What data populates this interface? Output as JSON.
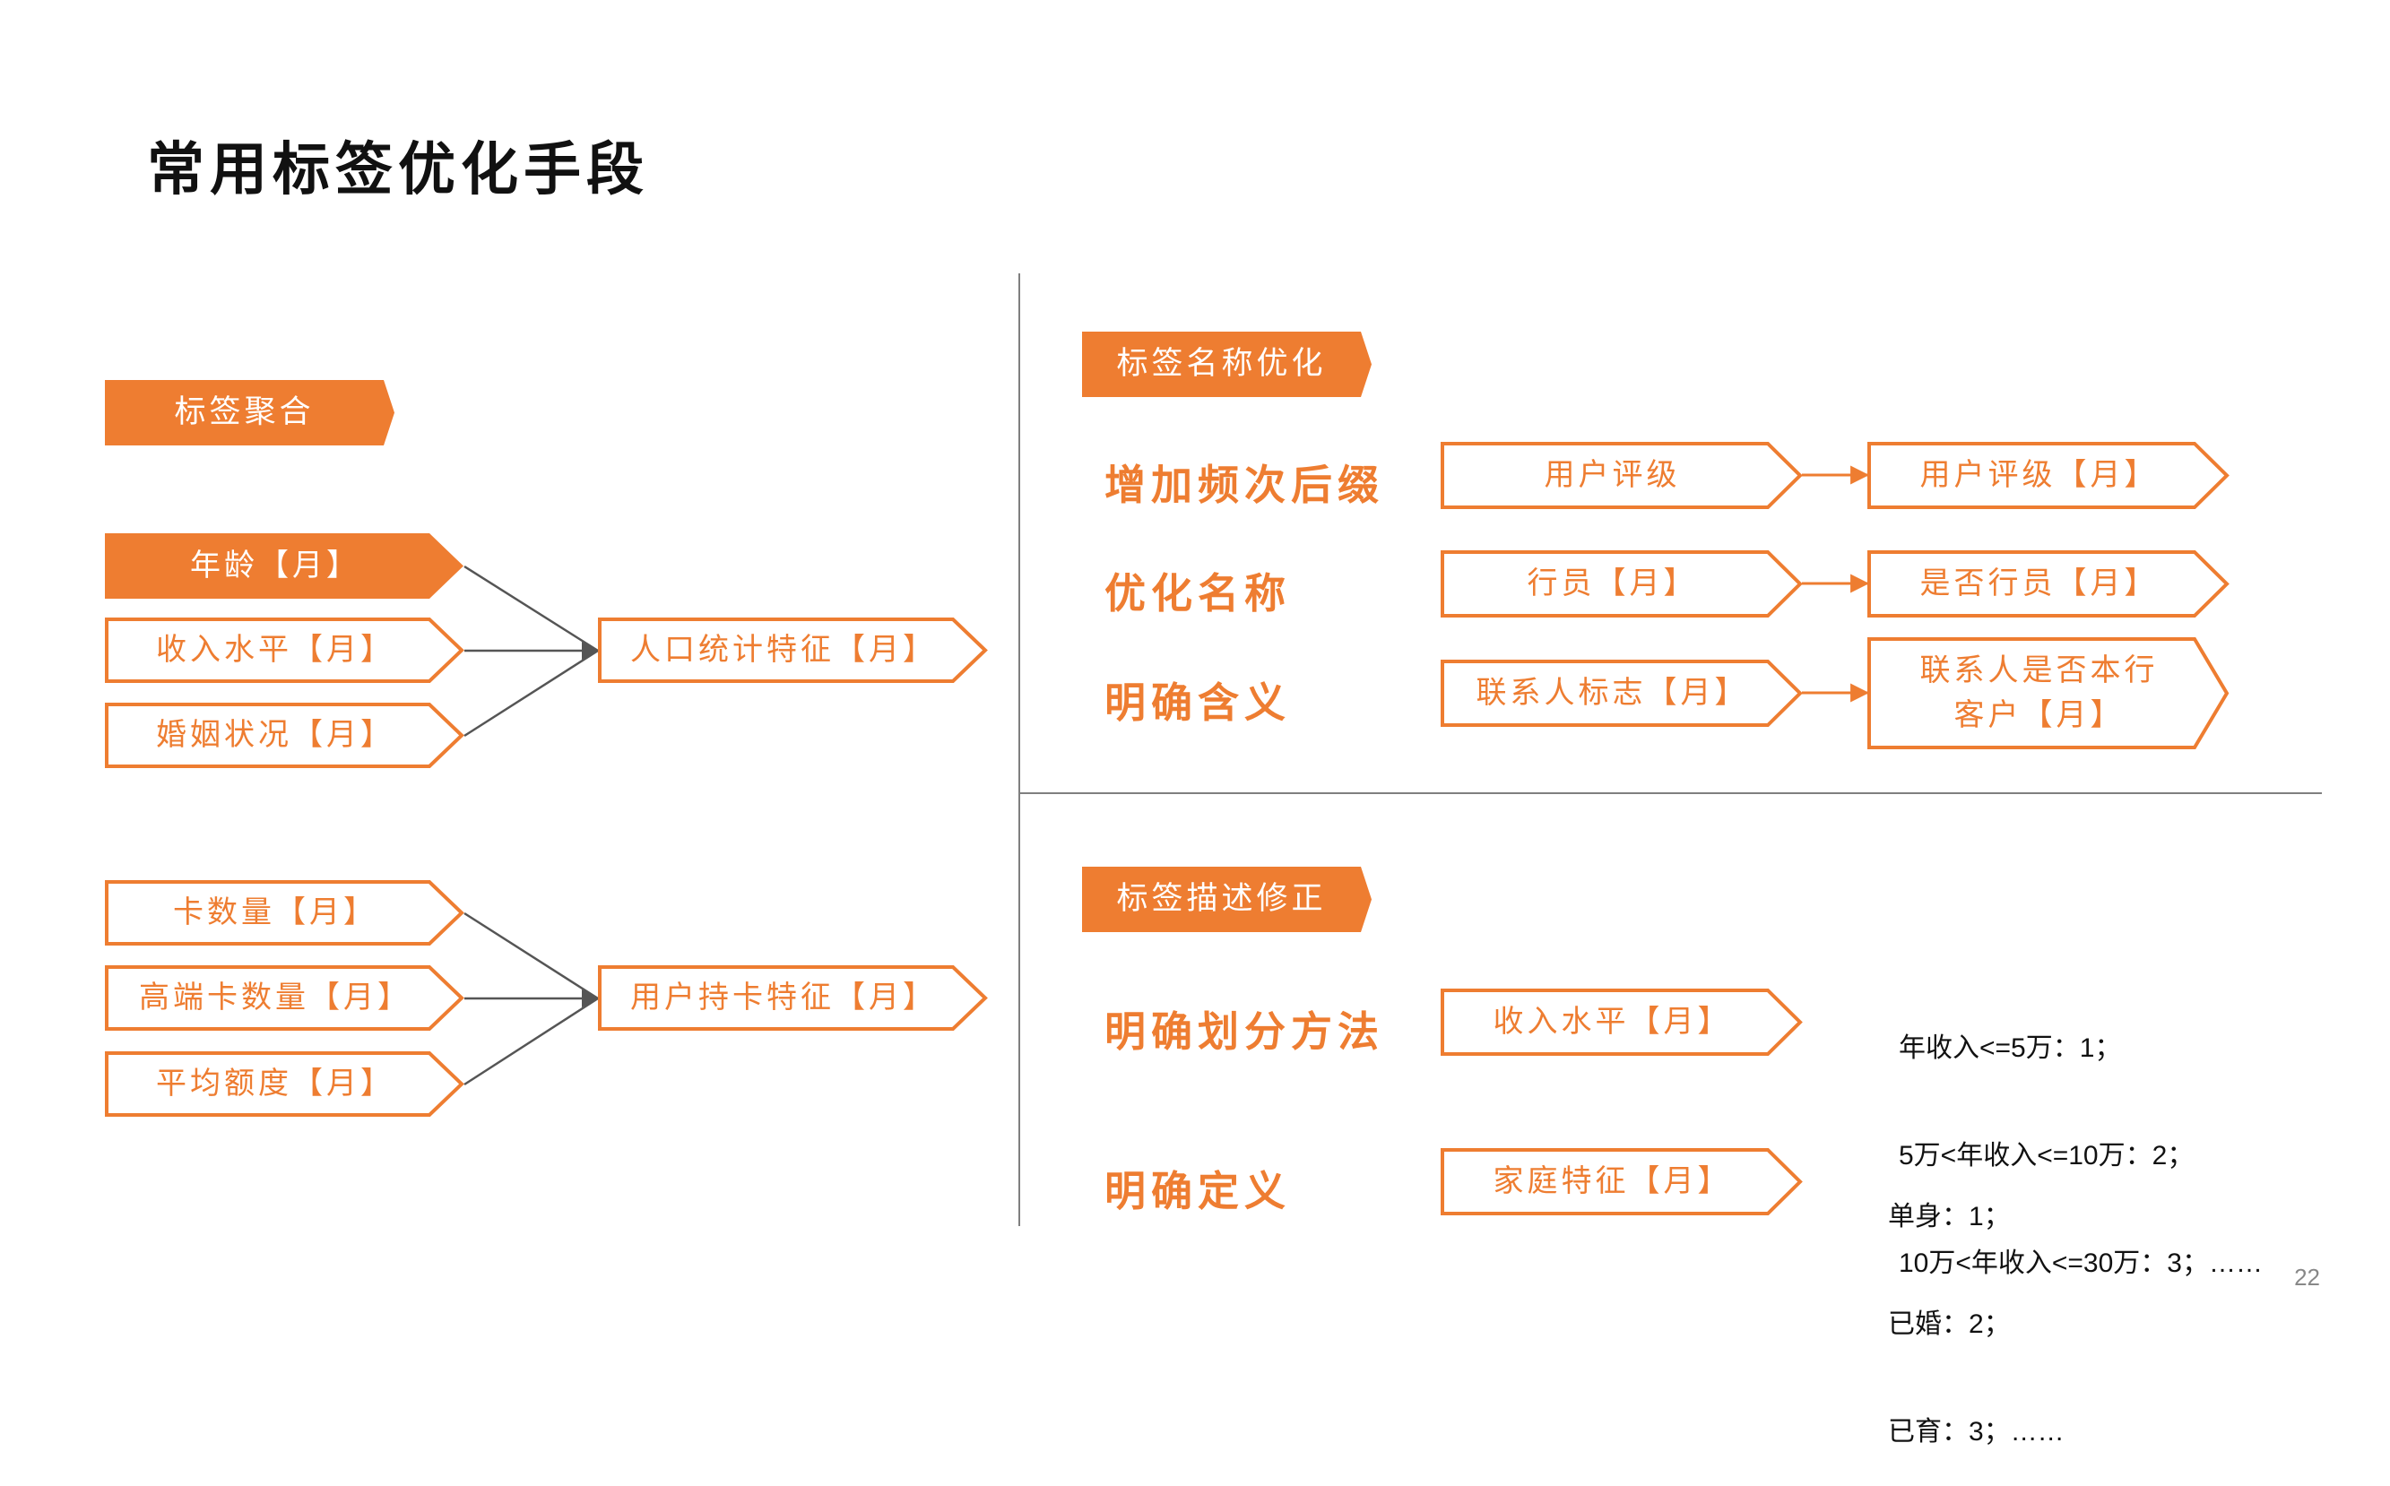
{
  "title": "常用标签优化手段",
  "accent_color": "#EE7D31",
  "page_number": "22",
  "aggregation": {
    "tag": "标签聚合",
    "group1": {
      "inputs": [
        "年龄【月】",
        "收入水平【月】",
        "婚姻状况【月】"
      ],
      "output": "人口统计特征【月】"
    },
    "group2": {
      "inputs": [
        "卡数量【月】",
        "高端卡数量【月】",
        "平均额度【月】"
      ],
      "output": "用户持卡特征【月】"
    }
  },
  "name_opt": {
    "tag": "标签名称优化",
    "rows": [
      {
        "method": "增加频次后缀",
        "before": "用户评级",
        "after": "用户评级【月】"
      },
      {
        "method": "优化名称",
        "before": "行员【月】",
        "after": "是否行员【月】"
      },
      {
        "method": "明确含义",
        "before": "联系人标志【月】",
        "after": "联系人是否本行\n客户【月】"
      }
    ]
  },
  "desc_fix": {
    "tag": "标签描述修正",
    "rows": [
      {
        "method": "明确划分方法",
        "label": "收入水平【月】",
        "notes": [
          "年收入<=5万：1；",
          "5万<年收入<=10万：2；",
          "10万<年收入<=30万：3；……"
        ]
      },
      {
        "method": "明确定义",
        "label": "家庭特征【月】",
        "notes": [
          "单身：1；",
          "已婚：2；",
          "已育：3；……"
        ]
      }
    ]
  }
}
